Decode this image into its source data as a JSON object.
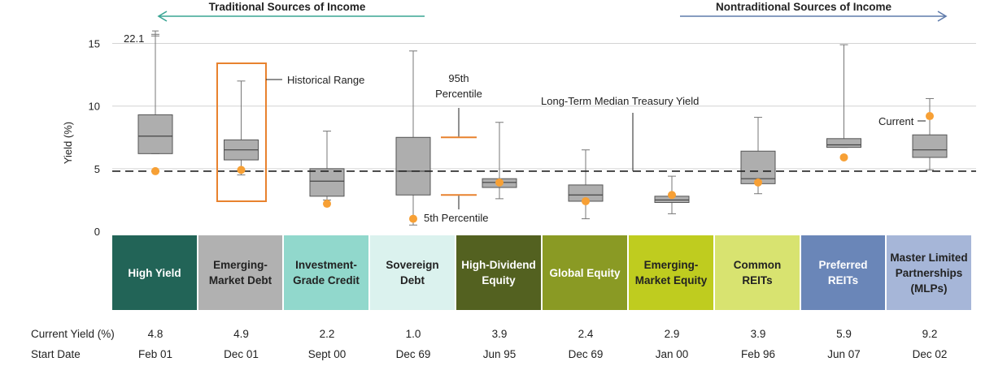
{
  "chart_data": {
    "type": "box",
    "ylabel": "Yield (%)",
    "ylim": [
      0,
      16.5
    ],
    "yticks": [
      0,
      5,
      10,
      15
    ],
    "grid": "horizontal",
    "header_left": "Traditional Sources of Income",
    "header_right": "Nontraditional Sources of Income",
    "reference_line": {
      "label": "Long-Term Median Treasury Yield",
      "value": 4.8
    },
    "annotations": {
      "top_whisker_label": "22.1",
      "historical_range": "Historical Range",
      "p95": "95th Percentile",
      "p5": "5th Percentile",
      "current": "Current"
    },
    "row_labels": {
      "current_yield": "Current Yield (%)",
      "start_date": "Start Date"
    },
    "colors": {
      "box": "#aeaeae",
      "current": "#f7a035",
      "highlight": "#e8822e",
      "ref_line": "#222222"
    },
    "categories": [
      {
        "label": "High Yield",
        "bg": "#226457",
        "fg": "#ffffff",
        "current_yield_text": "4.8",
        "start": "Feb 01",
        "p5": 6.2,
        "q1": 6.2,
        "median": 7.6,
        "q3": 9.3,
        "p95": 15.6,
        "max": 16.0,
        "current": 4.8
      },
      {
        "label": "Emerging-Market Debt",
        "bg": "#b1b1b1",
        "fg": "#222222",
        "current_yield_text": "4.9",
        "start": "Dec 01",
        "p5": 4.5,
        "q1": 5.7,
        "median": 6.5,
        "q3": 7.3,
        "p95": 12.0,
        "max": 12.0,
        "current": 4.9
      },
      {
        "label": "Investment-Grade Credit",
        "bg": "#91d8cc",
        "fg": "#222222",
        "current_yield_text": "2.2",
        "start": "Sept 00",
        "p5": 2.5,
        "q1": 2.8,
        "median": 4.0,
        "q3": 5.0,
        "p95": 8.0,
        "max": 8.0,
        "current": 2.2
      },
      {
        "label": "Sovereign Debt",
        "bg": "#dbf2ee",
        "fg": "#222222",
        "current_yield_text": "1.0",
        "start": "Dec 69",
        "p5": 0.5,
        "q1": 2.9,
        "median": 4.8,
        "q3": 7.5,
        "p95": 14.4,
        "max": 14.4,
        "current": 1.0
      },
      {
        "label": "High-Dividend Equity",
        "bg": "#536120",
        "fg": "#ffffff",
        "current_yield_text": "3.9",
        "start": "Jun 95",
        "p5": 2.6,
        "q1": 3.5,
        "median": 3.9,
        "q3": 4.2,
        "p95": 8.7,
        "max": 8.7,
        "current": 3.9
      },
      {
        "label": "Global Equity",
        "bg": "#8a9a24",
        "fg": "#ffffff",
        "current_yield_text": "2.4",
        "start": "Dec 69",
        "p5": 1.0,
        "q1": 2.4,
        "median": 2.9,
        "q3": 3.7,
        "p95": 6.5,
        "max": 6.5,
        "current": 2.4
      },
      {
        "label": "Emerging-Market Equity",
        "bg": "#bfcc1f",
        "fg": "#222222",
        "current_yield_text": "2.9",
        "start": "Jan 00",
        "p5": 1.4,
        "q1": 2.3,
        "median": 2.5,
        "q3": 2.8,
        "p95": 4.4,
        "max": 4.4,
        "current": 2.9
      },
      {
        "label": "Common REITs",
        "bg": "#d8e370",
        "fg": "#222222",
        "current_yield_text": "3.9",
        "start": "Feb 96",
        "p5": 3.0,
        "q1": 3.8,
        "median": 4.2,
        "q3": 6.4,
        "p95": 9.1,
        "max": 9.1,
        "current": 3.9
      },
      {
        "label": "Preferred REITs",
        "bg": "#6a86b8",
        "fg": "#ffffff",
        "current_yield_text": "5.9",
        "start": "Jun 07",
        "p5": 6.7,
        "q1": 6.7,
        "median": 6.9,
        "q3": 7.4,
        "p95": 14.9,
        "max": 14.9,
        "current": 5.9
      },
      {
        "label": "Master Limited Partnerships (MLPs)",
        "bg": "#a6b6d8",
        "fg": "#222222",
        "current_yield_text": "9.2",
        "start": "Dec 02",
        "p5": 4.9,
        "q1": 5.9,
        "median": 6.5,
        "q3": 7.7,
        "p95": 10.6,
        "max": 10.6,
        "current": 9.2
      }
    ]
  }
}
